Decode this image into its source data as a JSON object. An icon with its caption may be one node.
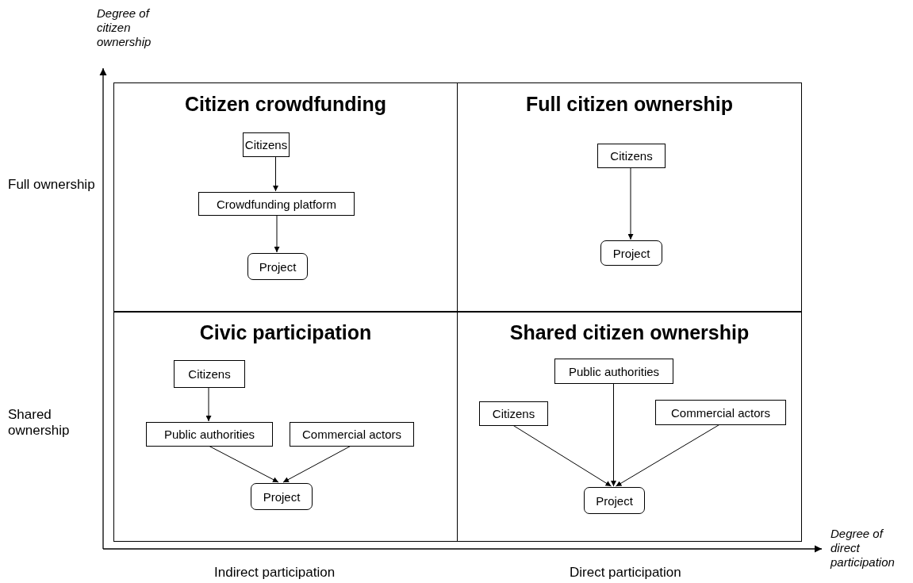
{
  "diagram": {
    "nodes": [
      {
        "text": [
          "Citizen crowdfunding"
        ]
      },
      {
        "text": [
          "Citizens"
        ],
        "in": 0
      },
      {
        "text": [
          "Crowdfunding platform"
        ],
        "in": 0
      },
      {
        "text": [
          "Project"
        ],
        "in": 0
      },
      {
        "text": [
          "Full citizen ownership"
        ]
      },
      {
        "text": [
          "Citizens"
        ],
        "in": 4
      },
      {
        "text": [
          "Project"
        ],
        "in": 4
      },
      {
        "text": [
          "Civic participation"
        ]
      },
      {
        "text": [
          "Citizens"
        ],
        "in": 7
      },
      {
        "text": [
          "Public authorities"
        ],
        "in": 7
      },
      {
        "text": [
          "Commercial actors"
        ],
        "in": 7
      },
      {
        "text": [
          "Project"
        ],
        "in": 7
      },
      {
        "text": [
          "Shared citizen ownership"
        ]
      },
      {
        "text": [
          "Public authorities"
        ],
        "in": 12
      },
      {
        "text": [
          "Citizens"
        ],
        "in": 12
      },
      {
        "text": [
          "Commercial actors"
        ],
        "in": 12
      },
      {
        "text": [
          "Project"
        ],
        "in": 12
      }
    ],
    "edges": [
      {
        "from": 1,
        "to": 2,
        "arrow": "to"
      },
      {
        "from": 2,
        "to": 3,
        "arrow": "to"
      },
      {
        "from": 5,
        "to": 6,
        "arrow": "to"
      },
      {
        "from": 8,
        "to": 9,
        "arrow": "to"
      },
      {
        "from": 9,
        "to": 11,
        "arrow": "to"
      },
      {
        "from": 10,
        "to": 11,
        "arrow": "to"
      },
      {
        "from": 14,
        "to": 16,
        "arrow": "to"
      },
      {
        "from": 13,
        "to": 16,
        "arrow": "to"
      },
      {
        "from": 15,
        "to": 16,
        "arrow": "to"
      }
    ],
    "labels": [
      "Degree of citizen ownership",
      "Full ownership",
      "Shared ownership",
      "Degree of direct participation",
      "Indirect participation",
      "Direct participation"
    ]
  }
}
